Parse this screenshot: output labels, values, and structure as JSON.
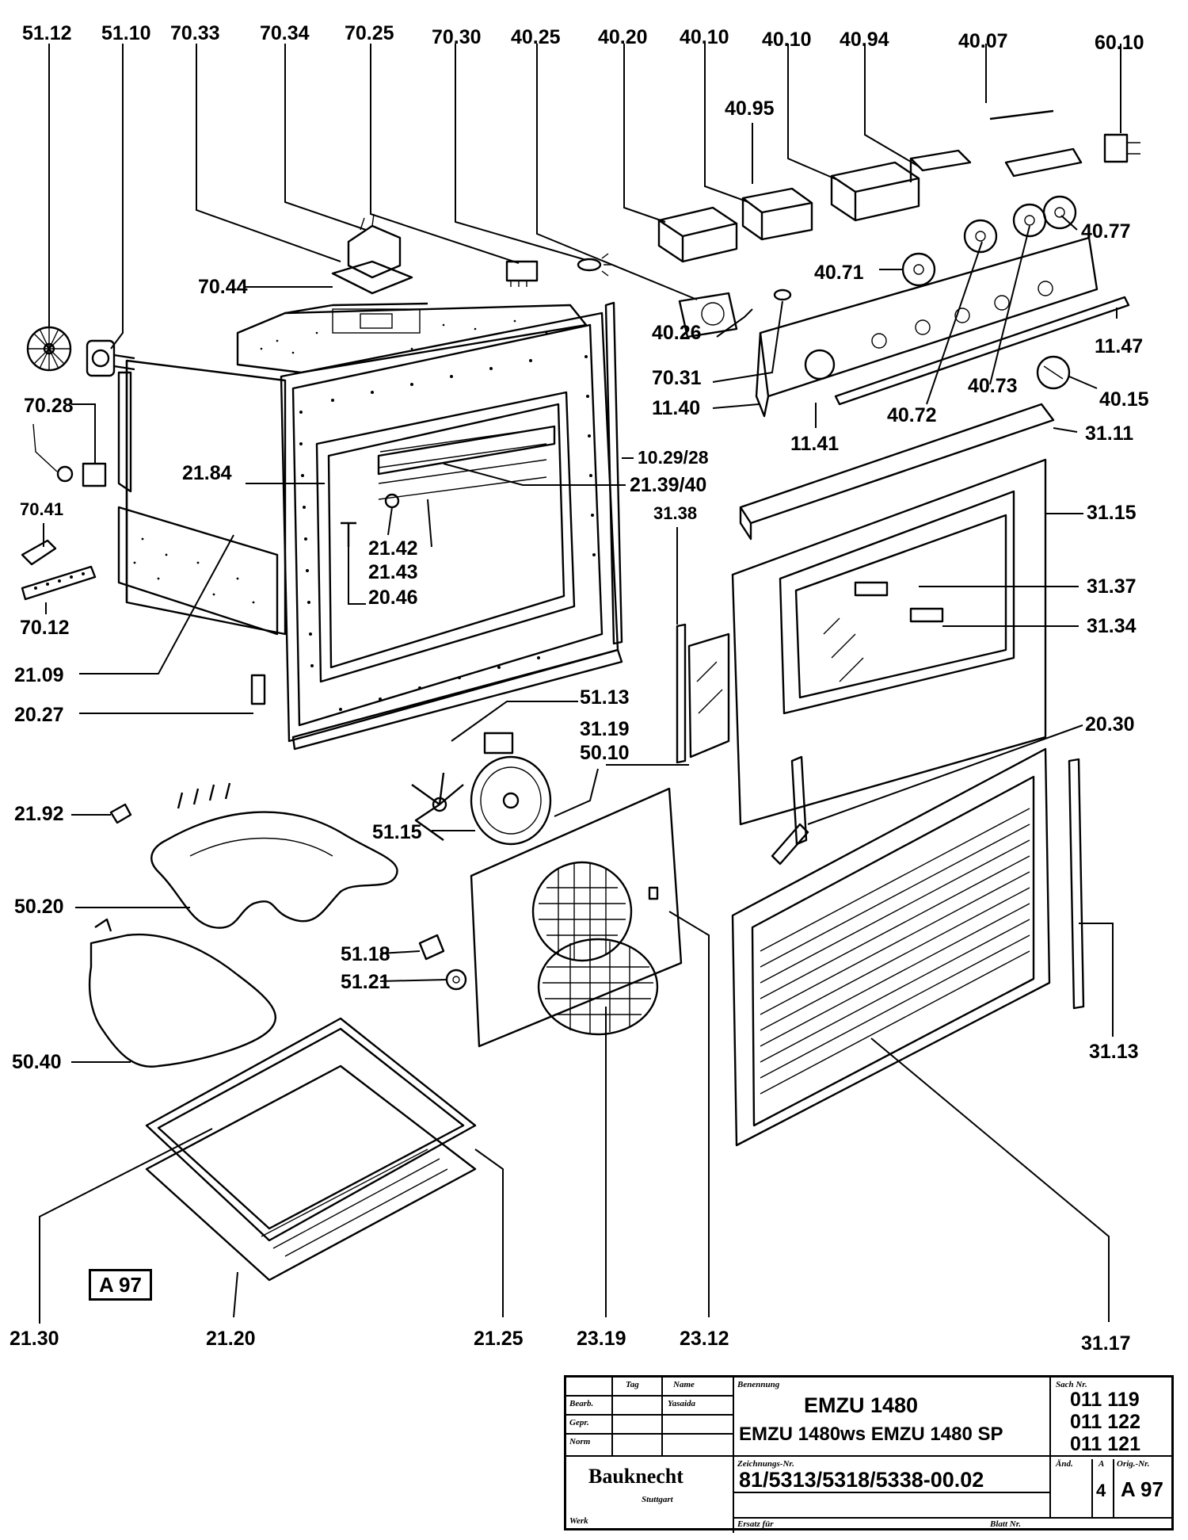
{
  "callouts": [
    {
      "id": "c-51-12",
      "text": "51.12"
    },
    {
      "id": "c-51-10",
      "text": "51.10"
    },
    {
      "id": "c-70-33",
      "text": "70.33"
    },
    {
      "id": "c-70-34",
      "text": "70.34"
    },
    {
      "id": "c-70-25",
      "text": "70.25"
    },
    {
      "id": "c-70-30",
      "text": "70.30"
    },
    {
      "id": "c-40-25",
      "text": "40.25"
    },
    {
      "id": "c-40-20",
      "text": "40.20"
    },
    {
      "id": "c-40-10a",
      "text": "40.10"
    },
    {
      "id": "c-40-10b",
      "text": "40.10"
    },
    {
      "id": "c-40-94",
      "text": "40.94"
    },
    {
      "id": "c-40-07",
      "text": "40.07"
    },
    {
      "id": "c-60-10",
      "text": "60.10"
    },
    {
      "id": "c-40-95",
      "text": "40.95"
    },
    {
      "id": "c-40-77",
      "text": "40.77"
    },
    {
      "id": "c-40-71",
      "text": "40.71"
    },
    {
      "id": "c-70-44",
      "text": "70.44"
    },
    {
      "id": "c-40-26",
      "text": "40.26"
    },
    {
      "id": "c-70-31",
      "text": "70.31"
    },
    {
      "id": "c-11-47",
      "text": "11.47"
    },
    {
      "id": "c-11-40",
      "text": "11.40"
    },
    {
      "id": "c-40-72",
      "text": "40.72"
    },
    {
      "id": "c-40-73",
      "text": "40.73"
    },
    {
      "id": "c-40-15",
      "text": "40.15"
    },
    {
      "id": "c-11-41",
      "text": "11.41"
    },
    {
      "id": "c-31-11",
      "text": "31.11"
    },
    {
      "id": "c-70-28",
      "text": "70.28"
    },
    {
      "id": "c-10-29",
      "text": "10.29/28"
    },
    {
      "id": "c-21-84",
      "text": "21.84"
    },
    {
      "id": "c-21-39",
      "text": "21.39/40"
    },
    {
      "id": "c-70-41",
      "text": "70.41"
    },
    {
      "id": "c-21-42",
      "text": "21.42"
    },
    {
      "id": "c-21-43",
      "text": "21.43"
    },
    {
      "id": "c-20-46",
      "text": "20.46"
    },
    {
      "id": "c-31-38",
      "text": "31.38"
    },
    {
      "id": "c-31-15",
      "text": "31.15"
    },
    {
      "id": "c-70-12",
      "text": "70.12"
    },
    {
      "id": "c-31-37",
      "text": "31.37"
    },
    {
      "id": "c-31-34",
      "text": "31.34"
    },
    {
      "id": "c-21-09",
      "text": "21.09"
    },
    {
      "id": "c-20-27",
      "text": "20.27"
    },
    {
      "id": "c-51-13",
      "text": "51.13"
    },
    {
      "id": "c-31-19",
      "text": "31.19"
    },
    {
      "id": "c-20-30",
      "text": "20.30"
    },
    {
      "id": "c-50-10",
      "text": "50.10"
    },
    {
      "id": "c-21-92",
      "text": "21.92"
    },
    {
      "id": "c-51-15",
      "text": "51.15"
    },
    {
      "id": "c-50-20",
      "text": "50.20"
    },
    {
      "id": "c-51-18",
      "text": "51.18"
    },
    {
      "id": "c-51-21",
      "text": "51.21"
    },
    {
      "id": "c-31-13",
      "text": "31.13"
    },
    {
      "id": "c-50-40",
      "text": "50.40"
    },
    {
      "id": "c-21-30",
      "text": "21.30"
    },
    {
      "id": "c-21-20",
      "text": "21.20"
    },
    {
      "id": "c-21-25",
      "text": "21.25"
    },
    {
      "id": "c-23-19",
      "text": "23.19"
    },
    {
      "id": "c-23-12",
      "text": "23.12"
    },
    {
      "id": "c-31-17",
      "text": "31.17"
    }
  ],
  "sheet_tag": "A 97",
  "title_block": {
    "col_tag": "Tag",
    "col_name": "Name",
    "row_bearb": "Bearb.",
    "row_gepr": "Gepr.",
    "row_norm": "Norm",
    "bearb_name": "Yasaida",
    "benennung_label": "Benennung",
    "model_1": "EMZU 1480",
    "model_2": "EMZU 1480ws EMZU 1480 SP",
    "sach_label": "Sach Nr.",
    "sach_1": "011 119",
    "sach_2": "011 122",
    "sach_3": "011 121",
    "brand": "Bauknecht",
    "city": "Stuttgart",
    "werk_label": "Werk",
    "zeichnung_label": "Zeichnungs-Nr.",
    "zeichnung_nr": "81/5313/5318/5338-00.02",
    "aend_label": "Änd.",
    "a_label": "A",
    "a_value": "4",
    "orig_label": "Orig.-Nr.",
    "orig_value": "A 97",
    "ersatz_label": "Ersatz für",
    "blatt_label": "Blatt Nr."
  }
}
